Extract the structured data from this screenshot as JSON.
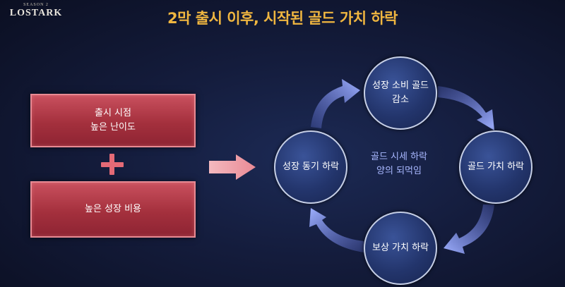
{
  "logo": {
    "season": "SEASON 2",
    "brand": "LOSTARK"
  },
  "title": "2막 출시 이후, 시작된 골드 가치 하락",
  "left_boxes": {
    "box1": {
      "line1": "출시 시점",
      "line2": "높은 난이도"
    },
    "box2": {
      "line1": "높은 성장 비용"
    }
  },
  "cycle": {
    "top": {
      "line1": "성장 소비 골드",
      "line2": "감소"
    },
    "right": {
      "line1": "골드 가치 하락"
    },
    "bottom": {
      "line1": "보상 가치 하락"
    },
    "left": {
      "line1": "성장 동기 하락"
    },
    "center": {
      "line1": "골드 시세 하락",
      "line2": "양의 되먹임"
    }
  },
  "colors": {
    "title": "#f0b640",
    "box_fill": "#a4303d",
    "plus": "#e46a76",
    "arrow_big": "#f0a8b0",
    "cycle_arrow": "#8fa3ff",
    "center_text": "#a9b8ff"
  }
}
